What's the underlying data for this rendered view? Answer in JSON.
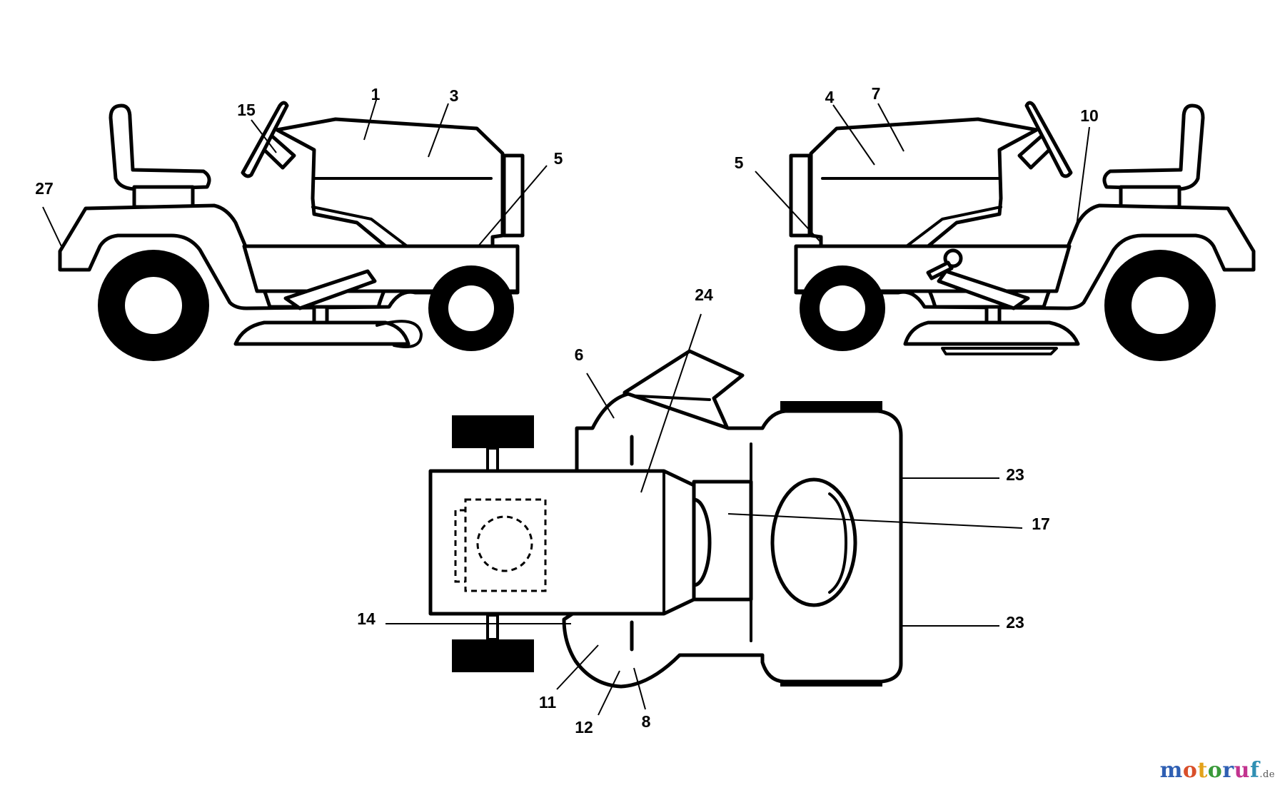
{
  "callouts": {
    "c1": "1",
    "c3": "3",
    "c15": "15",
    "c27": "27",
    "c5_left": "5",
    "c4": "4",
    "c7": "7",
    "c10": "10",
    "c5_right": "5",
    "c24": "24",
    "c6": "6",
    "c23_top": "23",
    "c17": "17",
    "c23_bottom": "23",
    "c14": "14",
    "c11": "11",
    "c12": "12",
    "c8": "8"
  },
  "watermark": {
    "letters": [
      "m",
      "o",
      "t",
      "o",
      "r",
      "u",
      "f"
    ],
    "colors": [
      "#2f5fb3",
      "#d94f2a",
      "#e3a21a",
      "#3a9a3a",
      "#2f5fb3",
      "#c2338f",
      "#2f8fb3"
    ],
    "suffix": ".de"
  }
}
